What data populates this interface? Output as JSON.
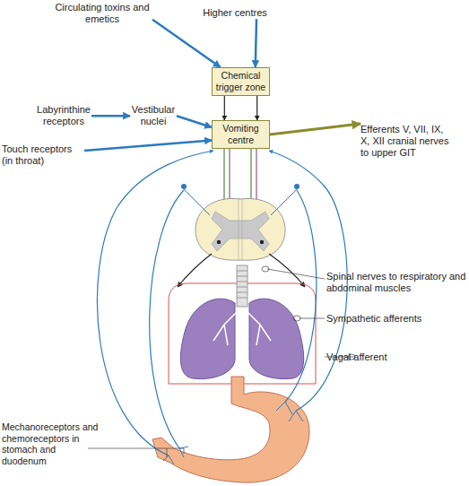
{
  "diagram": {
    "nodes": [
      {
        "text": [
          "Circulating toxins and emetics"
        ]
      },
      {
        "text": [
          "Higher centres"
        ]
      },
      {
        "text": [
          "Chemical trigger zone"
        ]
      },
      {
        "text": [
          "Labyrinthine receptors"
        ]
      },
      {
        "text": [
          "Vestibular nuclei"
        ]
      },
      {
        "text": [
          "Vomiting centre"
        ]
      },
      {
        "text": [
          "Touch receptors (in throat)"
        ]
      },
      {
        "text": [
          "Efferents V, VII, IX, X, XII cranial nerves to upper GIT"
        ]
      }
    ],
    "edges": [
      {
        "from": 0,
        "to": 2,
        "arrow": "to"
      },
      {
        "from": 1,
        "to": 2,
        "arrow": "to"
      },
      {
        "from": 2,
        "to": 5,
        "arrow": "to"
      },
      {
        "from": 2,
        "to": 5,
        "arrow": "to"
      },
      {
        "from": 3,
        "to": 4,
        "arrow": "to"
      },
      {
        "from": 4,
        "to": 5,
        "arrow": "to"
      },
      {
        "from": 6,
        "to": 5,
        "arrow": "to"
      },
      {
        "from": 5,
        "to": 7,
        "arrow": "to"
      }
    ],
    "labels": [
      "Spinal nerves to respiratory and abdominal muscles",
      "Sympathetic afferents",
      "Vagal afferent",
      "Mechanoreceptors and chemoreceptors in stomach and duodenum"
    ]
  }
}
